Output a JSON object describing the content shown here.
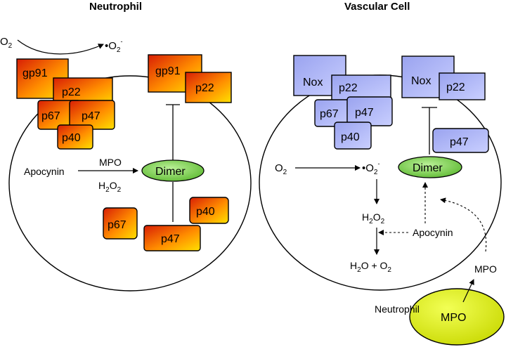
{
  "panels": {
    "neutrophil": {
      "title": "Neutrophil",
      "oxygen": "O",
      "oxygen_sub": "2",
      "superoxide": "•O",
      "superoxide_sub": "2",
      "superoxide_sup": "-",
      "membrane_complex": {
        "gp91": "gp91",
        "p22": "p22",
        "p67": "p67",
        "p47": "p47",
        "p40": "p40"
      },
      "inactive_complex": {
        "gp91": "gp91",
        "p22": "p22"
      },
      "apocynin": "Apocynin",
      "mpo": "MPO",
      "h2o2_h": "H",
      "h2o2_sub": "2",
      "h2o2_o": "O",
      "h2o2_sub2": "2",
      "dimer": "Dimer",
      "cytosolic": {
        "p67": "p67",
        "p40": "p40",
        "p47": "p47"
      }
    },
    "vascular": {
      "title": "Vascular Cell",
      "membrane_complex": {
        "nox": "Nox",
        "p22": "p22",
        "p67": "p67",
        "p47": "p47",
        "p40": "p40"
      },
      "inactive_complex": {
        "nox": "Nox",
        "p22": "p22",
        "p47": "p47"
      },
      "oxygen": "O",
      "oxygen_sub": "2",
      "superoxide": "•O",
      "superoxide_sub": "2",
      "superoxide_sup": "-",
      "dimer": "Dimer",
      "h2o2_h": "H",
      "h2o2_sub": "2",
      "h2o2_o": "O",
      "h2o2_sub2": "2",
      "apocynin": "Apocynin",
      "water_h": "H",
      "water_sub": "2",
      "water_o_plus": "O + O",
      "water_sub2": "2",
      "mpo": "MPO",
      "neutrophil_label": "Neutrophil",
      "neutrophil_mpo": "MPO"
    }
  },
  "colors": {
    "neutrophil_box_dark": "#d81e05",
    "neutrophil_box_light": "#ffe100",
    "vascular_box": "#a9b1f2",
    "vascular_box_light": "#c8ceff",
    "dimer_fill": "#7fd04a",
    "neutrophil_cell": "#dff020",
    "line": "#000000"
  }
}
